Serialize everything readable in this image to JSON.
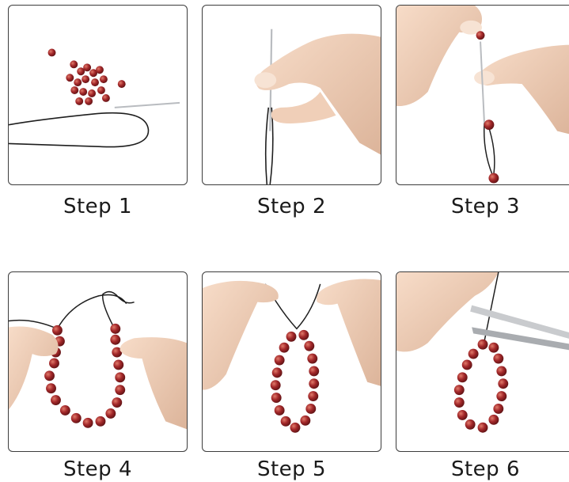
{
  "steps": [
    {
      "label": "Step 1"
    },
    {
      "label": "Step 2"
    },
    {
      "label": "Step 3"
    },
    {
      "label": "Step 4"
    },
    {
      "label": "Step 5"
    },
    {
      "label": "Step 6"
    }
  ],
  "colors": {
    "bead": "#a3282a",
    "bead_highlight": "#e07a6a",
    "cord": "#1e1e1e",
    "skin": "#f2d2bc",
    "skin_shadow": "#dcb49a",
    "frame": "#3c3c3c",
    "needle": "#b9bcc0"
  }
}
